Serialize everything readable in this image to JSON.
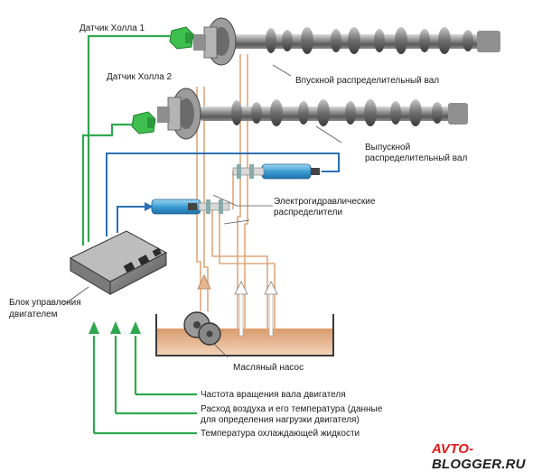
{
  "labels": {
    "hall_sensor_1": "Датчик Холла 1",
    "hall_sensor_2": "Датчик Холла 2",
    "intake_camshaft": "Впускной распределительный вал",
    "exhaust_camshaft_1": "Выпускной",
    "exhaust_camshaft_2": "распределительный вал",
    "valves_1": "Электрогидравлические",
    "valves_2": "распределители",
    "ecu_1": "Блок управления",
    "ecu_2": "двигателем",
    "oil_pump": "Масляный насос",
    "signal_rpm": "Частота вращения вала двигателя",
    "signal_air_1": "Расход воздуха и его температура (данные",
    "signal_air_2": "для определения нагрузки двигателя)",
    "signal_coolant": "Температура охлаждающей жидкости"
  },
  "watermark": {
    "part1": "AVTO-",
    "part2": "BLOGGER.RU"
  },
  "colors": {
    "signal_green": "#2fa84f",
    "control_blue": "#2a6fb5",
    "oil_tan": "#e8b48c",
    "oil_fill": "#e6b48f",
    "valve_blue": "#49a9dc",
    "shaft_gray": "#6e6e6e"
  }
}
